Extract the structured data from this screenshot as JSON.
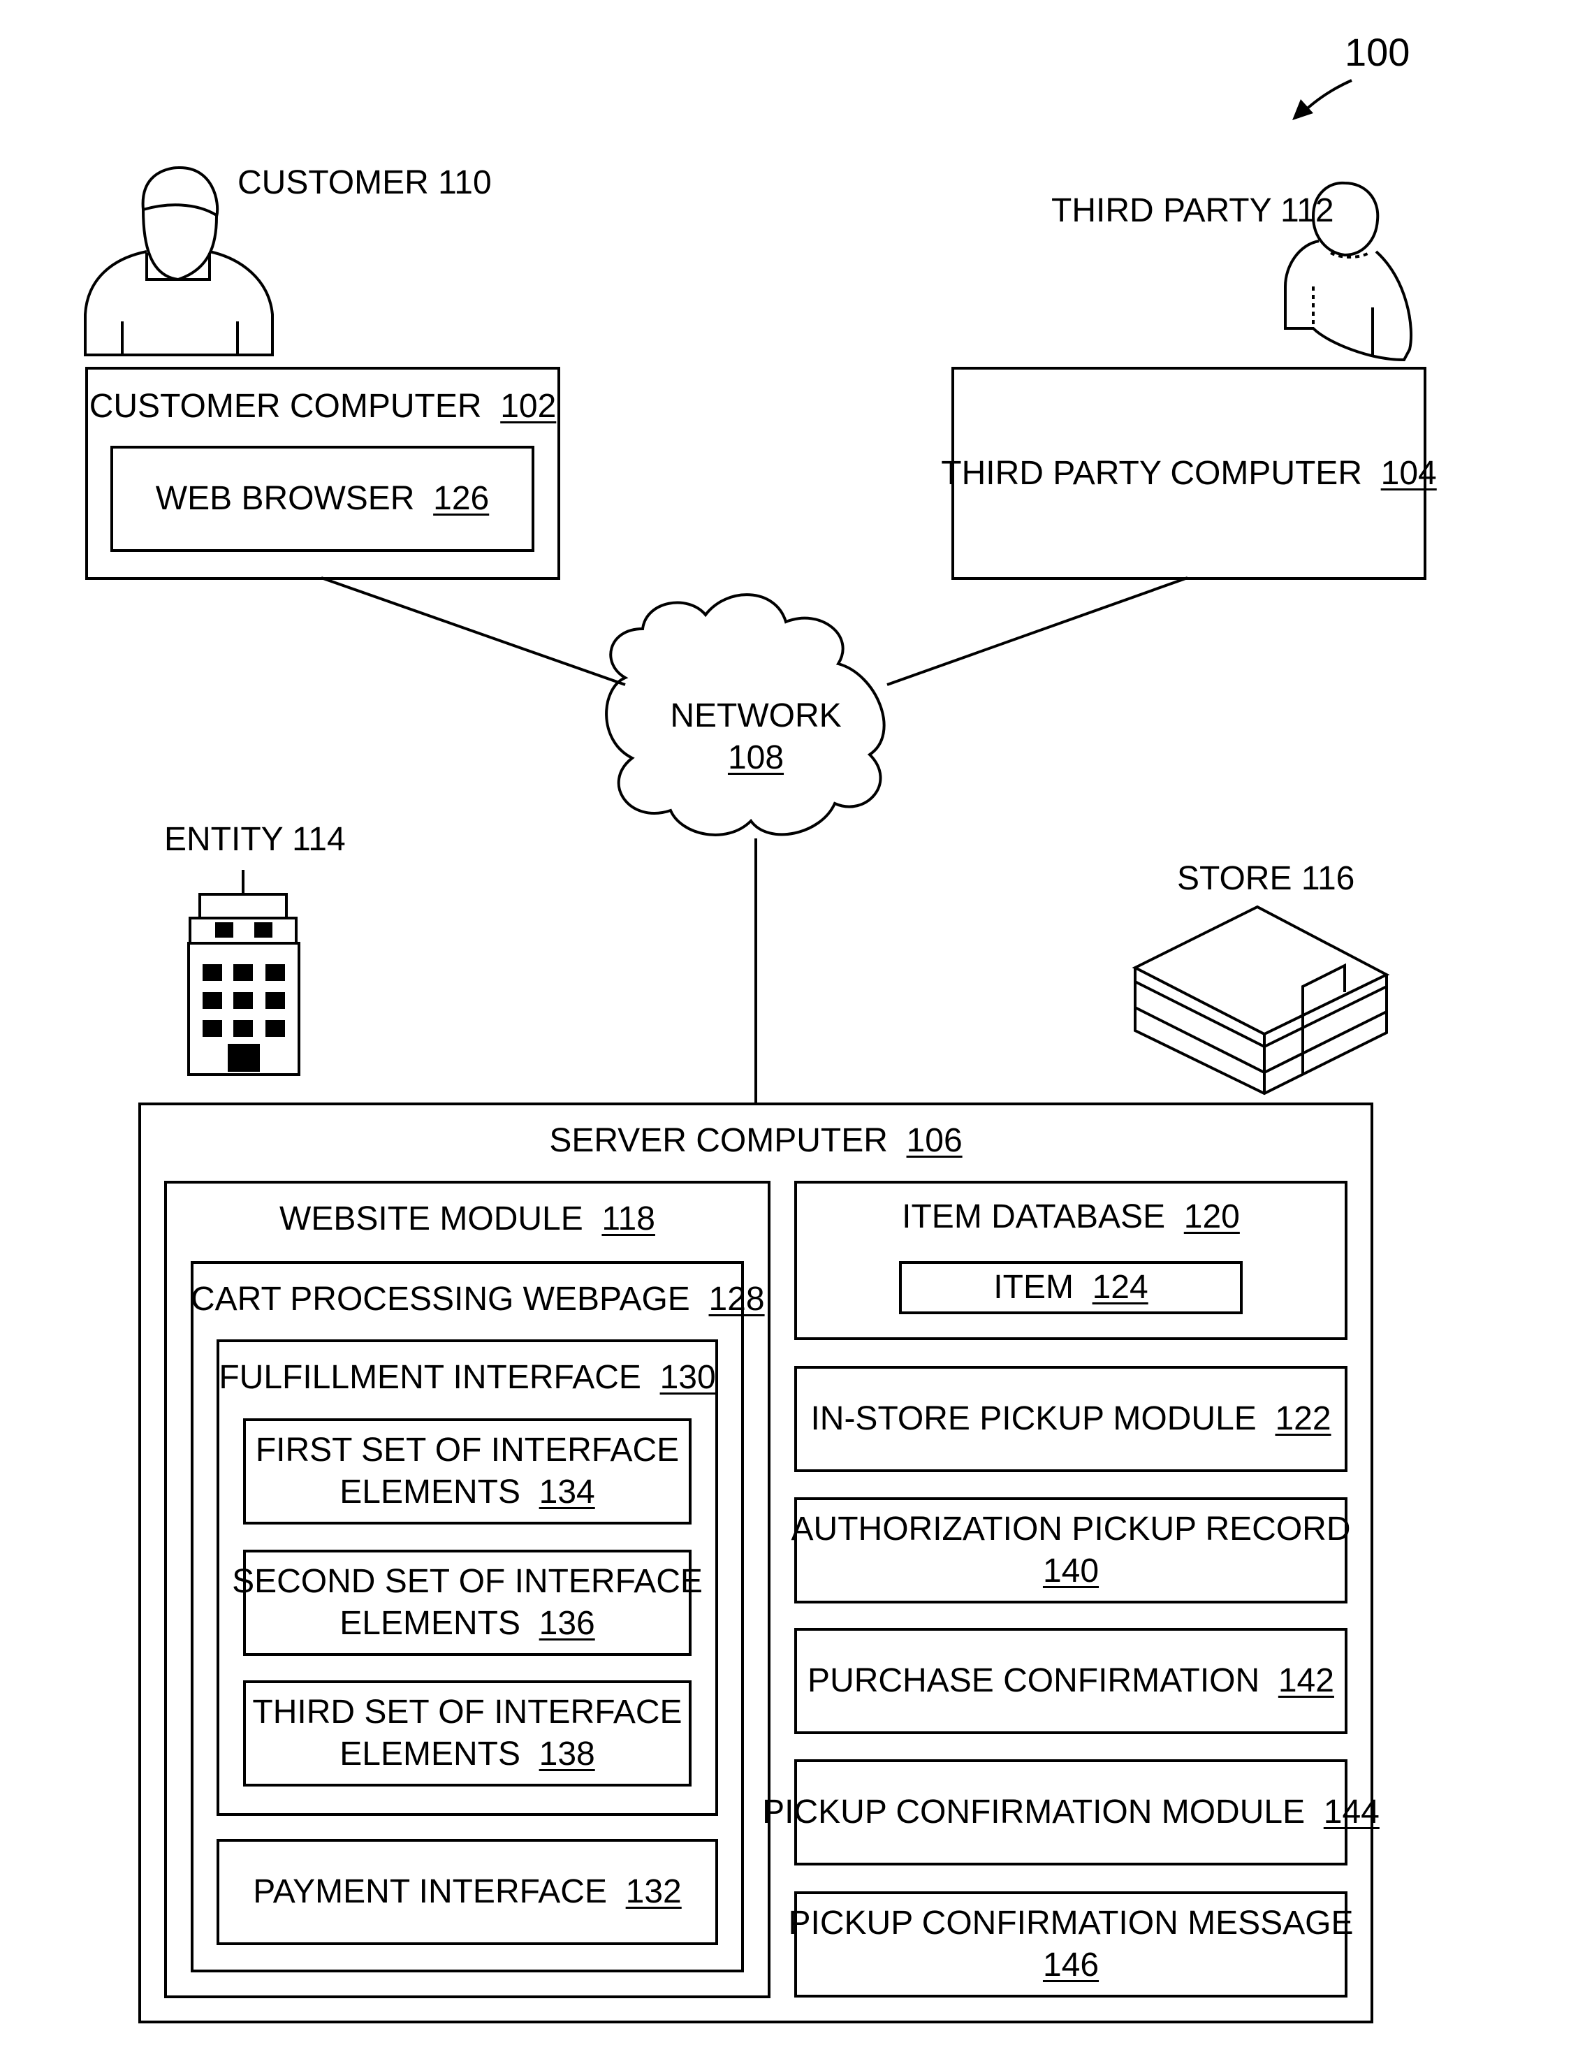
{
  "figure_ref": "100",
  "actors": {
    "customer": "CUSTOMER 110",
    "third_party": "THIRD PARTY 112",
    "entity": "ENTITY 114",
    "store": "STORE 116"
  },
  "customer_computer": {
    "name": "CUSTOMER COMPUTER",
    "num": "102"
  },
  "web_browser": {
    "name": "WEB BROWSER",
    "num": "126"
  },
  "third_party_computer": {
    "name": "THIRD PARTY COMPUTER",
    "num": "104"
  },
  "network": {
    "name": "NETWORK",
    "num": "108"
  },
  "server_computer": {
    "name": "SERVER COMPUTER",
    "num": "106"
  },
  "website_module": {
    "name": "WEBSITE MODULE",
    "num": "118"
  },
  "cart_webpage": {
    "name": "CART PROCESSING WEBPAGE",
    "num": "128"
  },
  "fulfillment_interface": {
    "name": "FULFILLMENT INTERFACE",
    "num": "130"
  },
  "first_set": {
    "line1": "FIRST SET OF INTERFACE",
    "line2": "ELEMENTS",
    "num": "134"
  },
  "second_set": {
    "line1": "SECOND SET OF INTERFACE",
    "line2": "ELEMENTS",
    "num": "136"
  },
  "third_set": {
    "line1": "THIRD SET OF INTERFACE",
    "line2": "ELEMENTS",
    "num": "138"
  },
  "payment_interface": {
    "name": "PAYMENT INTERFACE",
    "num": "132"
  },
  "item_database": {
    "name": "ITEM DATABASE",
    "num": "120"
  },
  "item": {
    "name": "ITEM",
    "num": "124"
  },
  "in_store_pickup": {
    "name": "IN-STORE PICKUP MODULE",
    "num": "122"
  },
  "authorization_record": {
    "name": "AUTHORIZATION PICKUP RECORD",
    "num": "140"
  },
  "purchase_confirmation": {
    "name": "PURCHASE CONFIRMATION",
    "num": "142"
  },
  "pickup_confirmation_module": {
    "name": "PICKUP CONFIRMATION MODULE",
    "num": "144"
  },
  "pickup_confirmation_message": {
    "name": "PICKUP CONFIRMATION MESSAGE",
    "num": "146"
  }
}
